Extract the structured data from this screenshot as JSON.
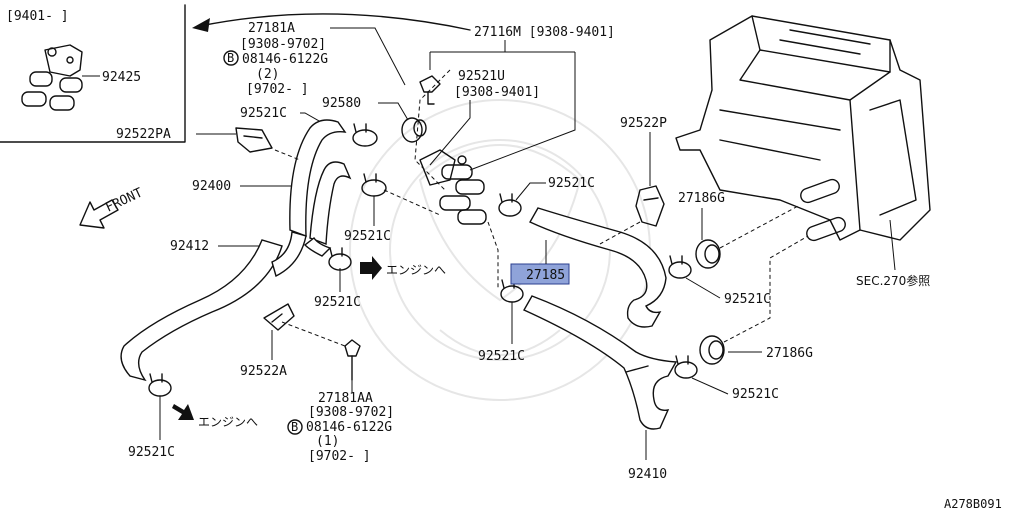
{
  "diagram": {
    "ref_code": "A278B091",
    "inset": {
      "range": "[9401-     ]",
      "part": "92425"
    },
    "direction": {
      "front": "FRONT"
    },
    "labels": {
      "p27181A": "27181A",
      "p27181A_r1": "[9308-9702]",
      "p27181A_b1": "08146-6122G",
      "p27181A_q1": "(2)",
      "p27181A_r2": "[9702-     ]",
      "p27116M": "27116M [9308-9401]",
      "p92521U": "92521U",
      "p92521U_r": "[9308-9401]",
      "p92580": "92580",
      "p92521C_a": "92521C",
      "p92522PA": "92522PA",
      "p92400": "92400",
      "p92521C_b": "92521C",
      "p92521C_c": "92521C",
      "p92412": "92412",
      "p92521C_d": "92521C",
      "p92522P": "92522P",
      "p27186G_a": "27186G",
      "p27185": "27185",
      "p92521C_e": "92521C",
      "p92521C_f": "92521C",
      "p27186G_b": "27186G",
      "p92521C_g": "92521C",
      "p92522A": "92522A",
      "p27181AA": "27181AA",
      "p27181AA_r1": "[9308-9702]",
      "p27181AA_b1": "08146-6122G",
      "p27181AA_q1": "(1)",
      "p27181AA_r2": "[9702-     ]",
      "p92521C_h": "92521C",
      "p92410": "92410",
      "sec270": "SEC.270参照",
      "engine_1": "エンジンへ",
      "engine_2": "エンジンへ",
      "bolt_mark_1": "B",
      "bolt_mark_2": "B"
    },
    "highlighted_part": "27185",
    "highlight_color": "#8fa3d9"
  }
}
